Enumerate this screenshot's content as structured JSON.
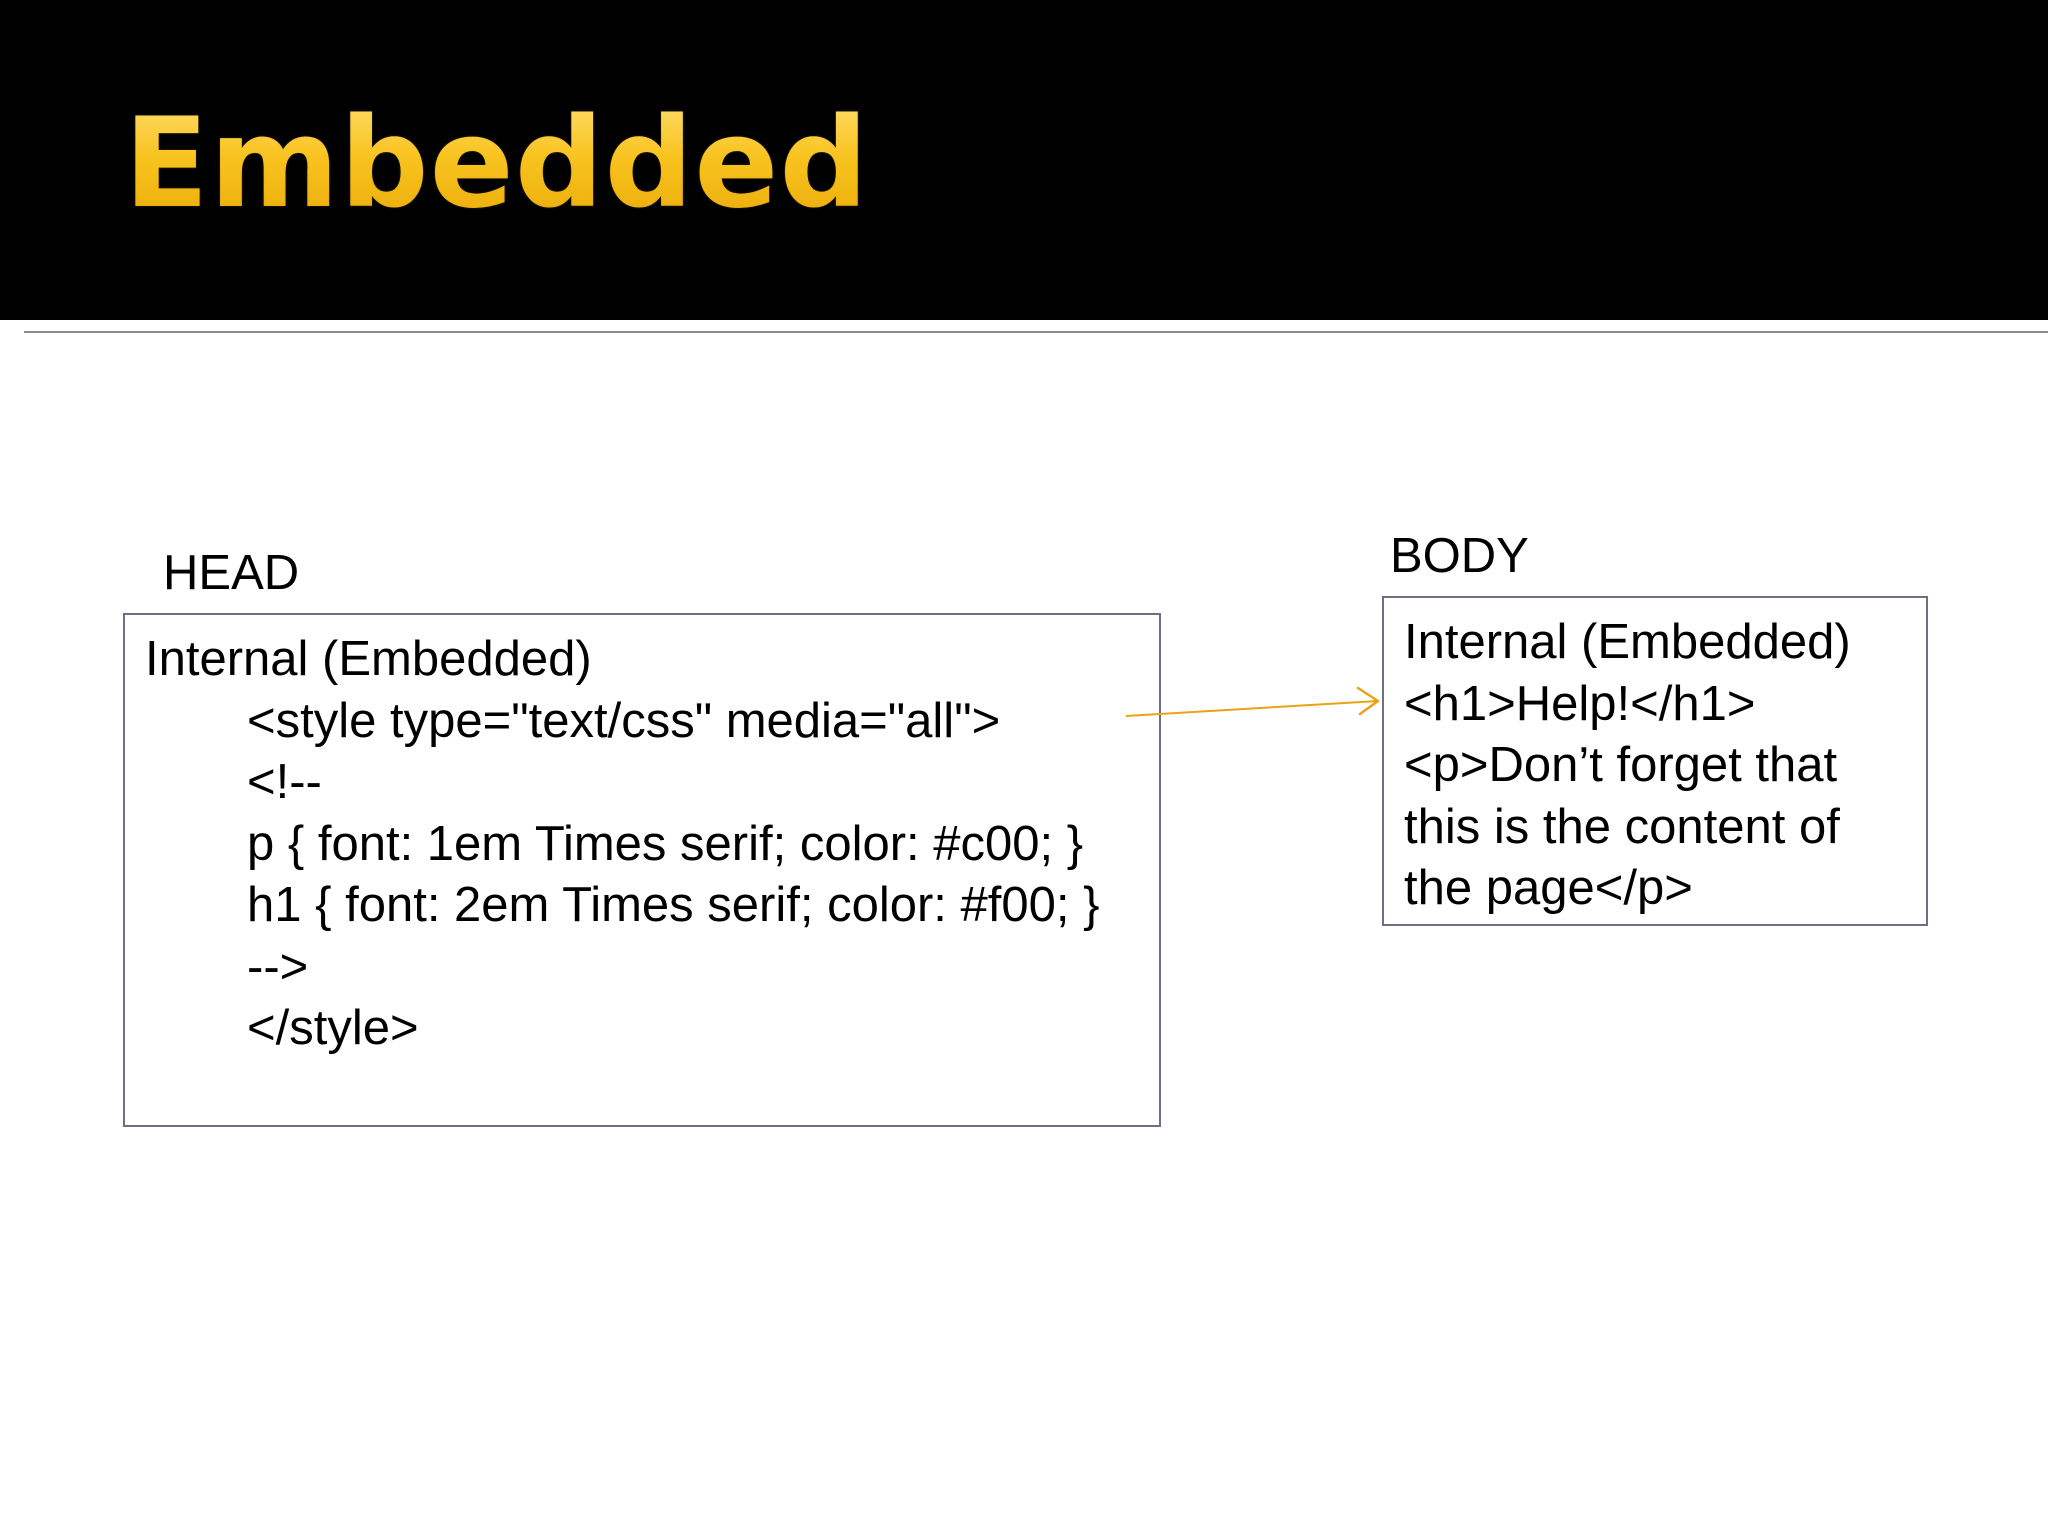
{
  "slide": {
    "title": "Embedded",
    "title_color": "#f7c21c",
    "accent_color": "#e8a317"
  },
  "head_section": {
    "label": "HEAD",
    "lines": [
      "Internal (Embedded)",
      "<style type=\"text/css\" media=\"all\">",
      "<!--",
      "p { font: 1em Times serif; color: #c00; }",
      "h1 { font: 2em Times serif; color: #f00; }",
      "-->",
      "</style>"
    ]
  },
  "body_section": {
    "label": "BODY",
    "lines": [
      "Internal (Embedded)",
      "<h1>Help!</h1>",
      "<p>Don’t forget that",
      "this is the content of",
      "the page</p>"
    ]
  }
}
